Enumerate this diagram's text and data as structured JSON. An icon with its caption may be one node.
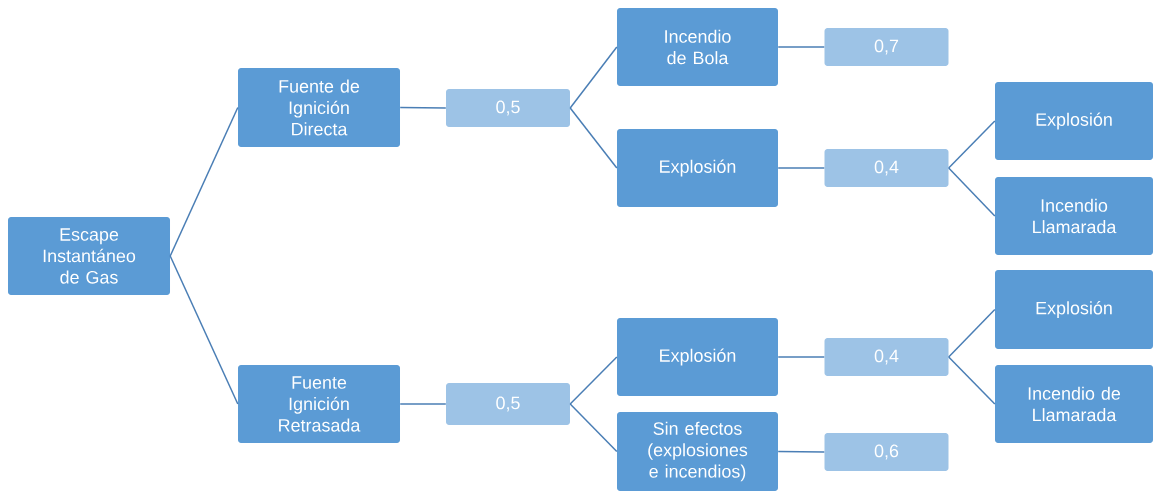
{
  "diagram": {
    "nodes": [
      {
        "text": [
          "Escape Instantáneo de Gas"
        ]
      },
      {
        "text": [
          "Fuente de Ignición Directa"
        ]
      },
      {
        "text": [
          "Fuente Ignición Retrasada"
        ]
      },
      {
        "text": [
          "0,5"
        ]
      },
      {
        "text": [
          "0,5"
        ]
      },
      {
        "text": [
          "Incendio de Bola"
        ]
      },
      {
        "text": [
          "Explosión"
        ]
      },
      {
        "text": [
          "Explosión"
        ]
      },
      {
        "text": [
          "Sin efectos (explosiones e incendios)"
        ]
      },
      {
        "text": [
          "0,7"
        ]
      },
      {
        "text": [
          "0,4"
        ]
      },
      {
        "text": [
          "0,4"
        ]
      },
      {
        "text": [
          "0,6"
        ]
      },
      {
        "text": [
          "Explosión"
        ]
      },
      {
        "text": [
          "Incendio Llamarada"
        ]
      },
      {
        "text": [
          "Explosión"
        ]
      },
      {
        "text": [
          "Incendio de Llamarada"
        ]
      }
    ],
    "edges": [
      {
        "from": 0,
        "to": 1,
        "arrow": "none"
      },
      {
        "from": 0,
        "to": 2,
        "arrow": "none"
      },
      {
        "from": 1,
        "to": 3,
        "arrow": "none"
      },
      {
        "from": 2,
        "to": 4,
        "arrow": "none"
      },
      {
        "from": 3,
        "to": 5,
        "arrow": "none"
      },
      {
        "from": 3,
        "to": 6,
        "arrow": "none"
      },
      {
        "from": 4,
        "to": 7,
        "arrow": "none"
      },
      {
        "from": 4,
        "to": 8,
        "arrow": "none"
      },
      {
        "from": 5,
        "to": 9,
        "arrow": "none"
      },
      {
        "from": 6,
        "to": 10,
        "arrow": "none"
      },
      {
        "from": 7,
        "to": 11,
        "arrow": "none"
      },
      {
        "from": 8,
        "to": 12,
        "arrow": "none"
      },
      {
        "from": 10,
        "to": 13,
        "arrow": "none"
      },
      {
        "from": 10,
        "to": 14,
        "arrow": "none"
      },
      {
        "from": 11,
        "to": 15,
        "arrow": "none"
      },
      {
        "from": 11,
        "to": 16,
        "arrow": "none"
      }
    ]
  }
}
